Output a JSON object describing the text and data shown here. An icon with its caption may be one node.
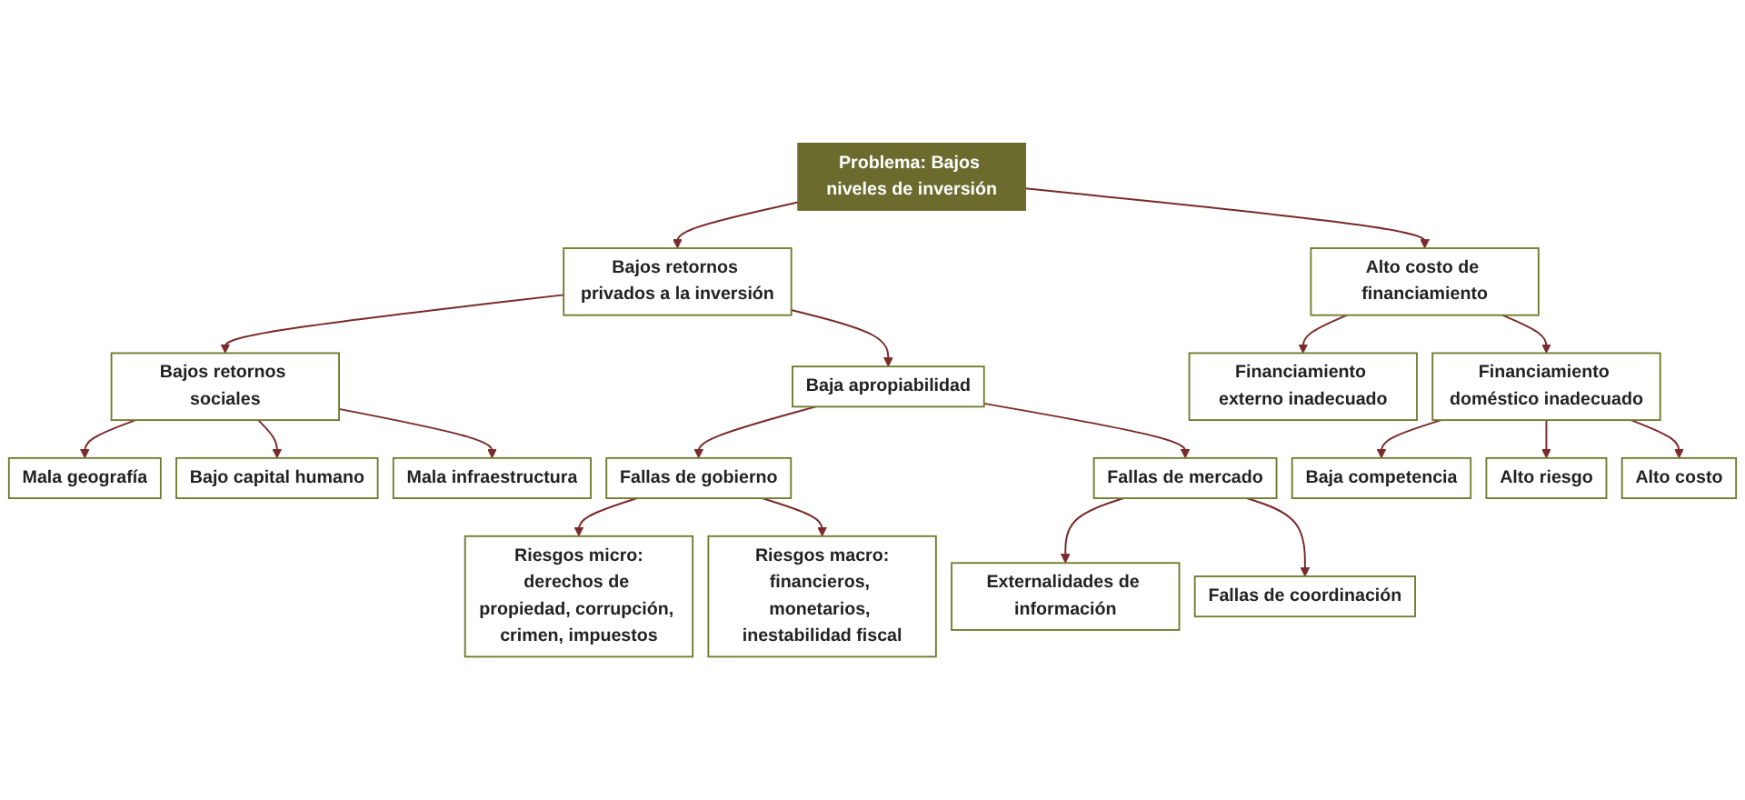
{
  "diagram": {
    "nodes": [
      {
        "text": [
          "Problema: Bajos niveles de inversión"
        ]
      },
      {
        "text": [
          "Bajos retornos privados a la inversión"
        ]
      },
      {
        "text": [
          "Alto costo de financiamiento"
        ]
      },
      {
        "text": [
          "Bajos retornos sociales"
        ]
      },
      {
        "text": [
          "Baja apropiabilidad"
        ]
      },
      {
        "text": [
          "Financiamiento externo inadecuado"
        ]
      },
      {
        "text": [
          "Financiamiento doméstico inadecuado"
        ]
      },
      {
        "text": [
          "Mala geografía"
        ]
      },
      {
        "text": [
          "Bajo capital humano"
        ]
      },
      {
        "text": [
          "Mala infraestructura"
        ]
      },
      {
        "text": [
          "Fallas de gobierno"
        ]
      },
      {
        "text": [
          "Fallas de mercado"
        ]
      },
      {
        "text": [
          "Baja competencia"
        ]
      },
      {
        "text": [
          "Alto riesgo"
        ]
      },
      {
        "text": [
          "Alto costo"
        ]
      },
      {
        "text": [
          "Externalidades de información"
        ]
      },
      {
        "text": [
          "Fallas de coordinación"
        ]
      },
      {
        "text": [
          "Riesgos micro:",
          "derechos de propiedad, corrupción, crimen, impuestos"
        ]
      },
      {
        "text": [
          "Riesgos macro:",
          "financieros, monetarios, inestabilidad fiscal"
        ]
      }
    ],
    "edges": [
      {
        "from": 0,
        "to": 1,
        "arrow": "to"
      },
      {
        "from": 0,
        "to": 2,
        "arrow": "to"
      },
      {
        "from": 1,
        "to": 3,
        "arrow": "to"
      },
      {
        "from": 1,
        "to": 4,
        "arrow": "to"
      },
      {
        "from": 2,
        "to": 5,
        "arrow": "to"
      },
      {
        "from": 2,
        "to": 6,
        "arrow": "to"
      },
      {
        "from": 3,
        "to": 7,
        "arrow": "to"
      },
      {
        "from": 3,
        "to": 8,
        "arrow": "to"
      },
      {
        "from": 3,
        "to": 9,
        "arrow": "to"
      },
      {
        "from": 4,
        "to": 10,
        "arrow": "to"
      },
      {
        "from": 4,
        "to": 11,
        "arrow": "to"
      },
      {
        "from": 6,
        "to": 12,
        "arrow": "to"
      },
      {
        "from": 6,
        "to": 13,
        "arrow": "to"
      },
      {
        "from": 6,
        "to": 14,
        "arrow": "to"
      },
      {
        "from": 11,
        "to": 15,
        "arrow": "to"
      },
      {
        "from": 11,
        "to": 16,
        "arrow": "to"
      },
      {
        "from": 10,
        "to": 17,
        "arrow": "to"
      },
      {
        "from": 10,
        "to": 18,
        "arrow": "to"
      }
    ]
  }
}
